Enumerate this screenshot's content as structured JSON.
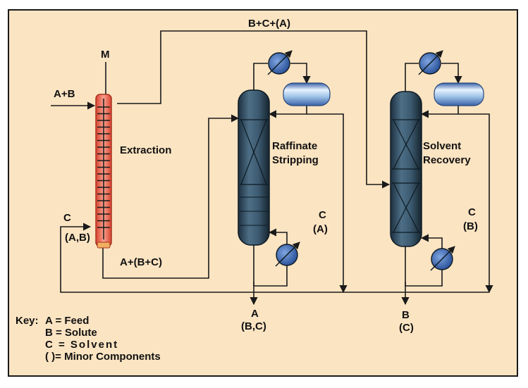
{
  "colors": {
    "background": "#fbe4c2",
    "frame": "#1a1a1a",
    "extraction_column": "#f06a55",
    "column_body": "#2f4a5c",
    "heat_exchanger": "#2f5fa8",
    "drum": "#9fc3e8"
  },
  "labels": {
    "stream_top": "B+C+(A)",
    "stream_m": "M",
    "stream_ab": "A+B",
    "stream_c_left": "C",
    "stream_ab_minor": "(A,B)",
    "stream_abc": "A+(B+C)",
    "extraction": "Extraction",
    "raffinate_1": "Raffinate",
    "raffinate_2": "Stripping",
    "solvent_1": "Solvent",
    "solvent_2": "Recovery",
    "c_mid": "C",
    "c_mid_minor": "(A)",
    "c_right": "C",
    "c_right_minor": "(B)",
    "out_a": "A",
    "out_a_minor": "(B,C)",
    "out_b": "B",
    "out_b_minor": "(C)"
  },
  "key": {
    "title": "Key:",
    "lines": [
      "A = Feed",
      "B = Solute",
      "C = Solvent",
      "( )= Minor Components"
    ]
  },
  "icons": [
    "heat-exchanger-icon",
    "reflux-drum-icon",
    "flow-arrow-icon"
  ]
}
